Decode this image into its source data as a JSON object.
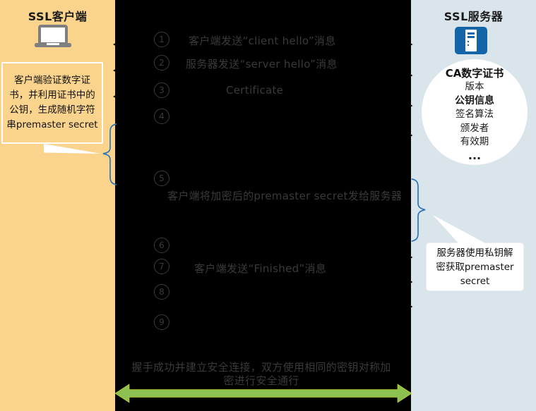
{
  "left_panel": {
    "title": "SSL客户端",
    "note": "客户端验证数字证\n书，并利用证书中的\n公钥，生成随机字符\n串premaster secret"
  },
  "right_panel": {
    "title": "SSL服务器",
    "certificate": {
      "title": "CA数字证书",
      "fields": [
        "版本",
        "公钥信息",
        "签名算法",
        "颁发者",
        "有效期",
        "..."
      ]
    },
    "note": "服务器使用私钥解\n密获取premaster\nsecret"
  },
  "steps": [
    {
      "num": "1",
      "label": "客户端发送“client hello”消息"
    },
    {
      "num": "2",
      "label": "服务器发送“server hello”消息"
    },
    {
      "num": "3",
      "label": "Certificate"
    },
    {
      "num": "4",
      "label": ""
    },
    {
      "num": "5",
      "label": "客户端将加密后的premaster secret发给服务器"
    },
    {
      "num": "6",
      "label": ""
    },
    {
      "num": "7",
      "label": "客户端发送“Finished”消息"
    },
    {
      "num": "8",
      "label": ""
    },
    {
      "num": "9",
      "label": ""
    }
  ],
  "bottom": {
    "caption": "握手成功并建立安全连接，双方使用相同的密钥对称加\n密进行安全通行"
  },
  "colors": {
    "client_panel_bg": "#FAD48C",
    "server_panel_bg": "#D9E5EB",
    "middle_bg": "#000000",
    "brace_blue": "#2E75B6",
    "server_icon_blue": "#1465A8",
    "arrow_green": "#8CC152",
    "flow_text": "#3A3A3A"
  }
}
